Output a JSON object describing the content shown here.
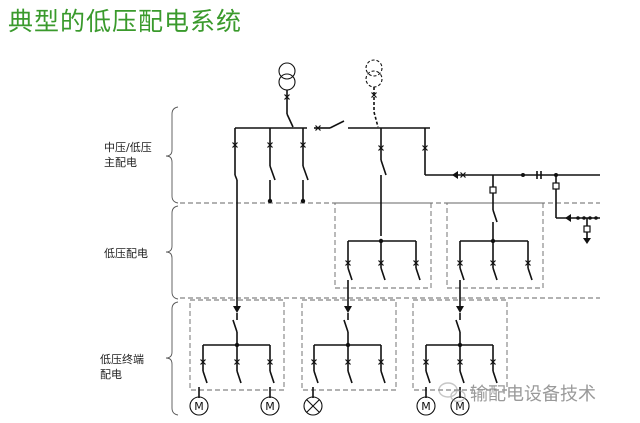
{
  "title": "典型的低压配电系统",
  "levels": {
    "main": [
      "中压/低压",
      "主配电"
    ],
    "dist": "低压配电",
    "final": [
      "低压终端",
      "配电"
    ]
  },
  "motor_label": "M",
  "watermark": "输配电设备技术",
  "icons": [
    "transformer-icon",
    "standby-transformer-icon",
    "motor-icon",
    "lamp-icon",
    "brace-icon",
    "wechat-logo-icon"
  ]
}
